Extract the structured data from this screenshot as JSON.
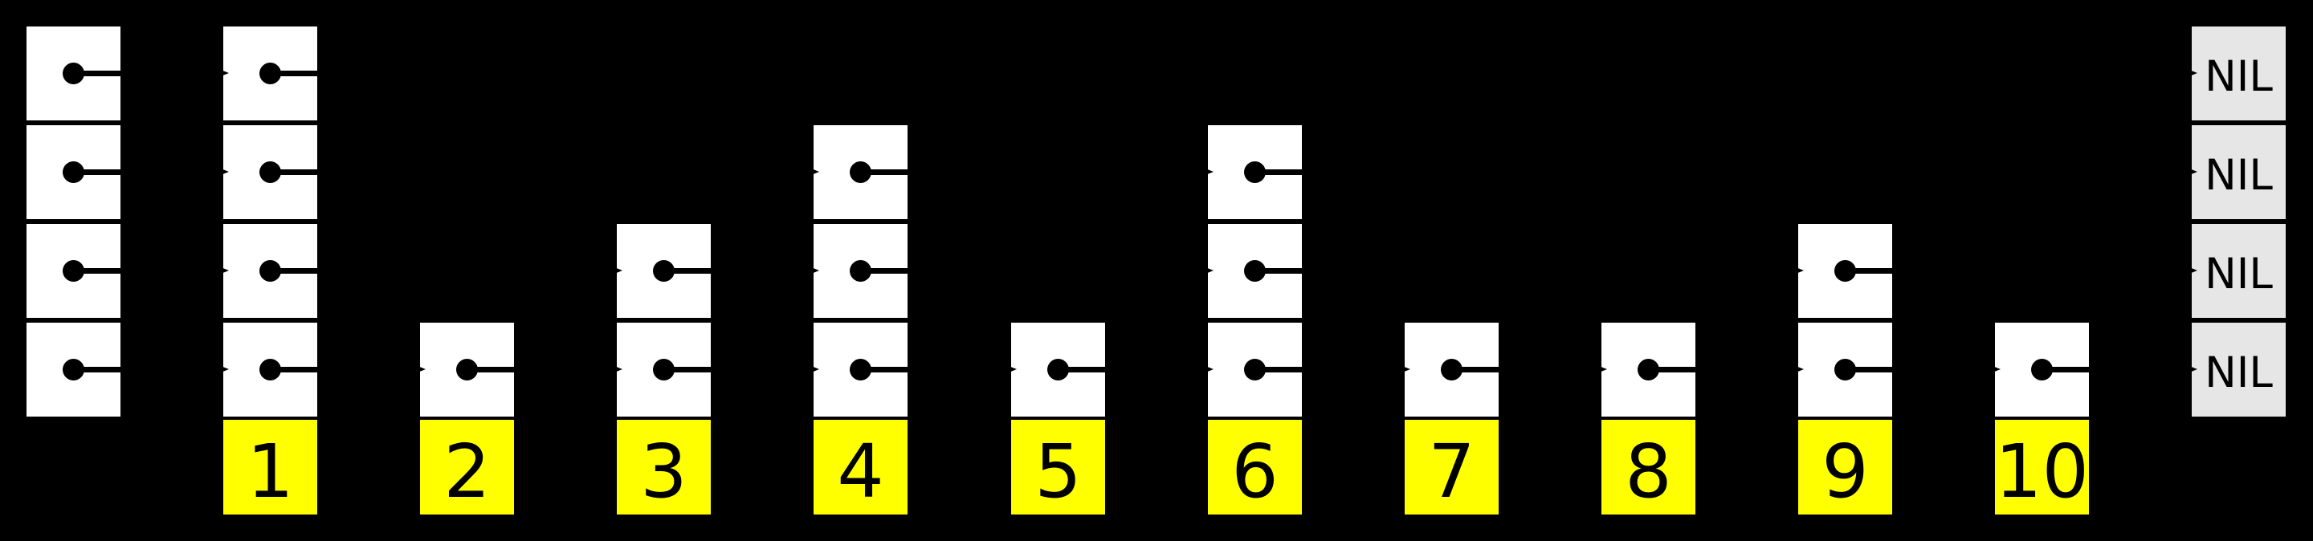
{
  "diagram": {
    "kind": "skip-list",
    "max_levels": 4,
    "nil_label": "NIL",
    "head": {
      "levels": 4
    },
    "nil": {
      "levels": 4
    },
    "nodes": [
      {
        "key": "1",
        "levels": 4
      },
      {
        "key": "2",
        "levels": 1
      },
      {
        "key": "3",
        "levels": 2
      },
      {
        "key": "4",
        "levels": 3
      },
      {
        "key": "5",
        "levels": 1
      },
      {
        "key": "6",
        "levels": 3
      },
      {
        "key": "7",
        "levels": 1
      },
      {
        "key": "8",
        "levels": 1
      },
      {
        "key": "9",
        "levels": 2
      },
      {
        "key": "10",
        "levels": 1
      }
    ],
    "level_chains": {
      "level_1": [
        "head",
        "1",
        "2",
        "3",
        "4",
        "5",
        "6",
        "7",
        "8",
        "9",
        "10",
        "NIL"
      ],
      "level_2": [
        "head",
        "1",
        "3",
        "4",
        "6",
        "9",
        "NIL"
      ],
      "level_3": [
        "head",
        "1",
        "4",
        "6",
        "NIL"
      ],
      "level_4": [
        "head",
        "1",
        "NIL"
      ]
    },
    "colors": {
      "background": "#000000",
      "pointer_box": "#ffffff",
      "key_box": "#ffff00",
      "nil_box": "#e6e6e6",
      "ink": "#000000"
    }
  }
}
